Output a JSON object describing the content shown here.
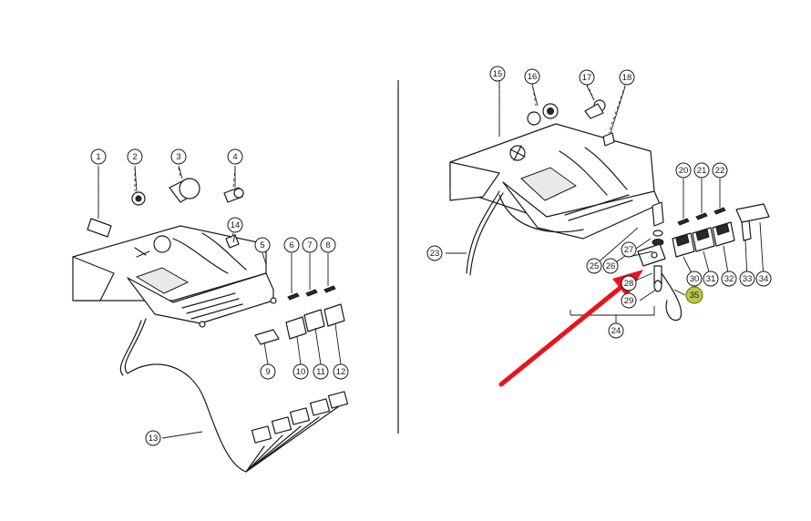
{
  "diagram": {
    "highlight_color": "#b8c94a",
    "arrow_color": "#e8141b",
    "left_callouts": [
      {
        "label": "1"
      },
      {
        "label": "2"
      },
      {
        "label": "3"
      },
      {
        "label": "4"
      },
      {
        "label": "5"
      },
      {
        "label": "6"
      },
      {
        "label": "7"
      },
      {
        "label": "8"
      },
      {
        "label": "9"
      },
      {
        "label": "10"
      },
      {
        "label": "11"
      },
      {
        "label": "12"
      },
      {
        "label": "13"
      },
      {
        "label": "14"
      }
    ],
    "right_callouts": [
      {
        "label": "15"
      },
      {
        "label": "16"
      },
      {
        "label": "17"
      },
      {
        "label": "18"
      },
      {
        "label": "20"
      },
      {
        "label": "21"
      },
      {
        "label": "22"
      },
      {
        "label": "23"
      },
      {
        "label": "24"
      },
      {
        "label": "25"
      },
      {
        "label": "26"
      },
      {
        "label": "27"
      },
      {
        "label": "28"
      },
      {
        "label": "29"
      },
      {
        "label": "30"
      },
      {
        "label": "31"
      },
      {
        "label": "32"
      },
      {
        "label": "33"
      },
      {
        "label": "34"
      },
      {
        "label": "35",
        "highlighted": true
      }
    ]
  }
}
